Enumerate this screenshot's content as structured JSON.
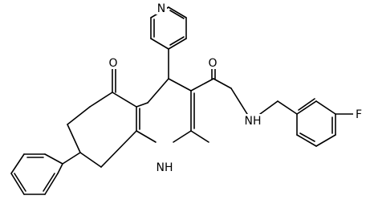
{
  "labels": {
    "pyridine_n": "N",
    "ketone_o": "O",
    "amide_o": "O",
    "amide_nh": "NH",
    "fluoro": "F",
    "ring_nh": "NH"
  },
  "colors": {
    "bond": "#000000",
    "label": "#000000",
    "background": "#ffffff"
  }
}
